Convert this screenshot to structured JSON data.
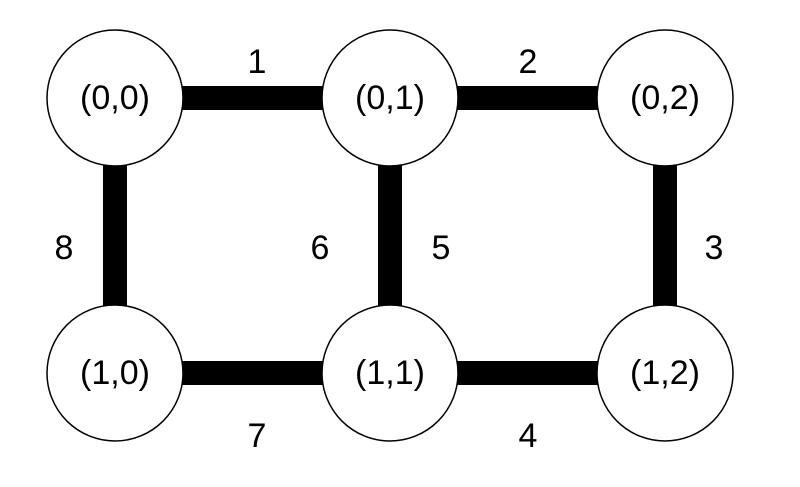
{
  "diagram": {
    "type": "grid-graph",
    "nodes": [
      {
        "id": "n00",
        "label": "(0,0)",
        "row": 0,
        "col": 0
      },
      {
        "id": "n01",
        "label": "(0,1)",
        "row": 0,
        "col": 1
      },
      {
        "id": "n02",
        "label": "(0,2)",
        "row": 0,
        "col": 2
      },
      {
        "id": "n10",
        "label": "(1,0)",
        "row": 1,
        "col": 0
      },
      {
        "id": "n11",
        "label": "(1,1)",
        "row": 1,
        "col": 1
      },
      {
        "id": "n12",
        "label": "(1,2)",
        "row": 1,
        "col": 2
      }
    ],
    "edges": [
      {
        "label": "1",
        "from": "n00",
        "to": "n01"
      },
      {
        "label": "2",
        "from": "n01",
        "to": "n02"
      },
      {
        "label": "3",
        "from": "n02",
        "to": "n12"
      },
      {
        "label": "4",
        "from": "n11",
        "to": "n12"
      },
      {
        "label": "5",
        "from": "n01",
        "to": "n11"
      },
      {
        "label": "6",
        "from": "n01",
        "to": "n11"
      },
      {
        "label": "7",
        "from": "n10",
        "to": "n11"
      },
      {
        "label": "8",
        "from": "n00",
        "to": "n10"
      }
    ]
  }
}
